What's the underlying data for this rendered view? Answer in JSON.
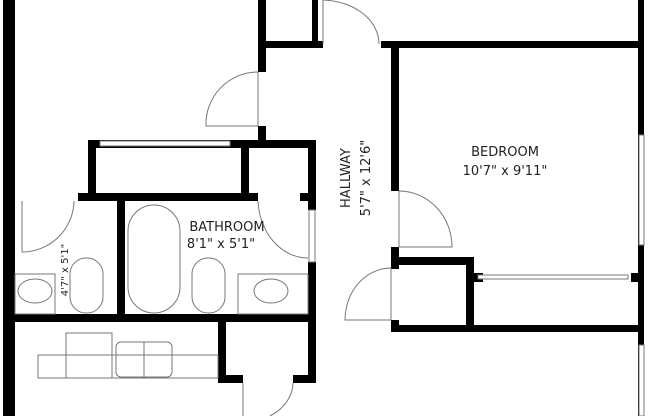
{
  "rooms": {
    "bedroom": {
      "name": "BEDROOM",
      "dimensions": "10'7\" x 9'11\""
    },
    "bathroom": {
      "name": "BATHROOM",
      "dimensions": "8'1\" x 5'1\""
    },
    "hallway": {
      "name": "HALLWAY",
      "dimensions": "5'7\" x 12'6\""
    },
    "half_bath": {
      "dimensions": "4'7\" x 5'1\""
    }
  },
  "colors": {
    "wall": "#000000",
    "fixture": "#777777",
    "background": "#ffffff"
  }
}
